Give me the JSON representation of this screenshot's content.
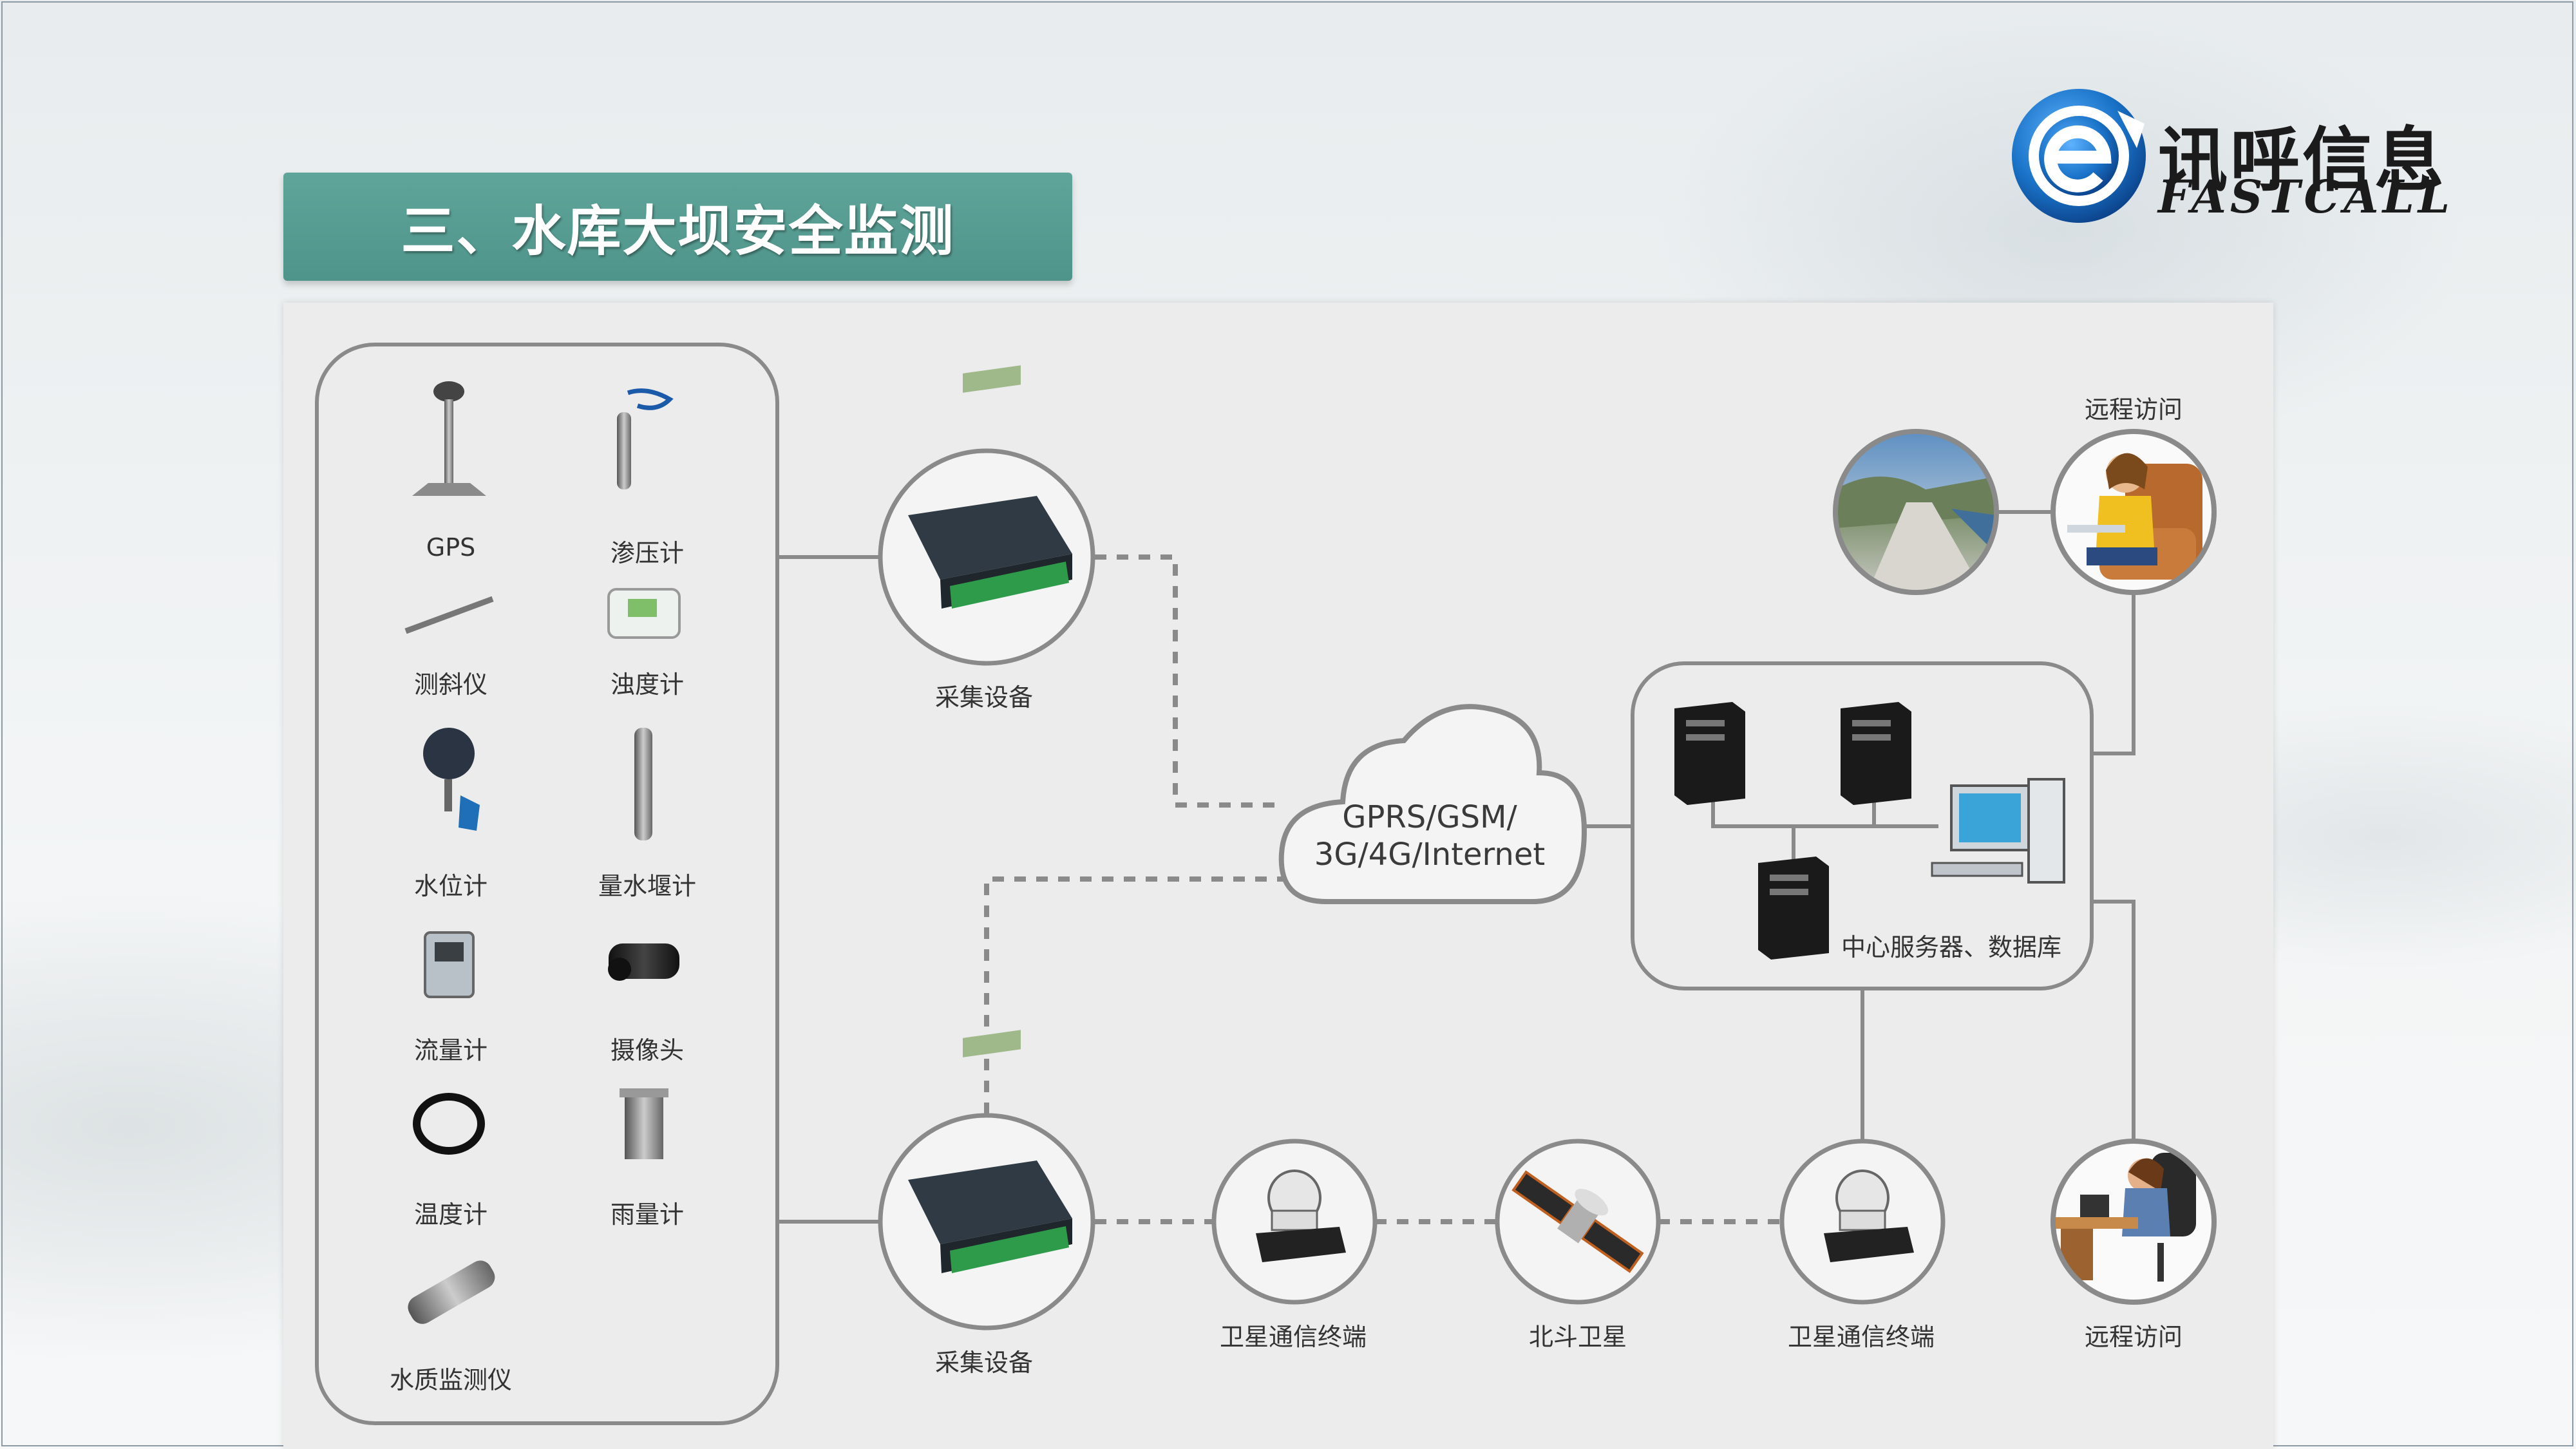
{
  "title": "三、水库大坝安全监测",
  "logo": {
    "cn": "讯呼信息",
    "en": "FASTCALL"
  },
  "sensors": [
    {
      "label": "GPS",
      "icon": "gps-antenna-icon"
    },
    {
      "label": "渗压计",
      "icon": "piezometer-icon"
    },
    {
      "label": "测斜仪",
      "icon": "inclinometer-icon"
    },
    {
      "label": "浊度计",
      "icon": "turbidimeter-icon"
    },
    {
      "label": "水位计",
      "icon": "water-level-meter-icon"
    },
    {
      "label": "量水堰计",
      "icon": "weir-meter-icon"
    },
    {
      "label": "流量计",
      "icon": "flow-meter-icon"
    },
    {
      "label": "摄像头",
      "icon": "camera-icon"
    },
    {
      "label": "温度计",
      "icon": "thermometer-icon"
    },
    {
      "label": "雨量计",
      "icon": "rain-gauge-icon"
    },
    {
      "label": "水质监测仪",
      "icon": "water-quality-monitor-icon"
    }
  ],
  "nodes": {
    "collector_top": "采集设备",
    "collector_bottom": "采集设备",
    "cloud_line1": "GPRS/GSM/",
    "cloud_line2": "3G/4G/Internet",
    "server": "中心服务器、数据库",
    "remote_top": "远程访问",
    "remote_bottom": "远程访问",
    "sat_terminal_left": "卫星通信终端",
    "beidou": "北斗卫星",
    "sat_terminal_right": "卫星通信终端"
  },
  "colors": {
    "title_bg": "#56998f",
    "line": "#8a8a8a",
    "node_border": "#8a8a8a",
    "logo_blue": "#1a73c8"
  }
}
